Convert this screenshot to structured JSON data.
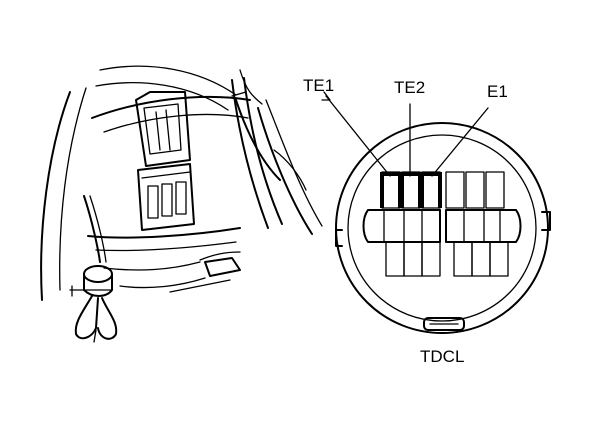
{
  "labels": {
    "te1": "TE1",
    "te2": "TE2",
    "e1": "E1",
    "connector": "TDCL"
  }
}
